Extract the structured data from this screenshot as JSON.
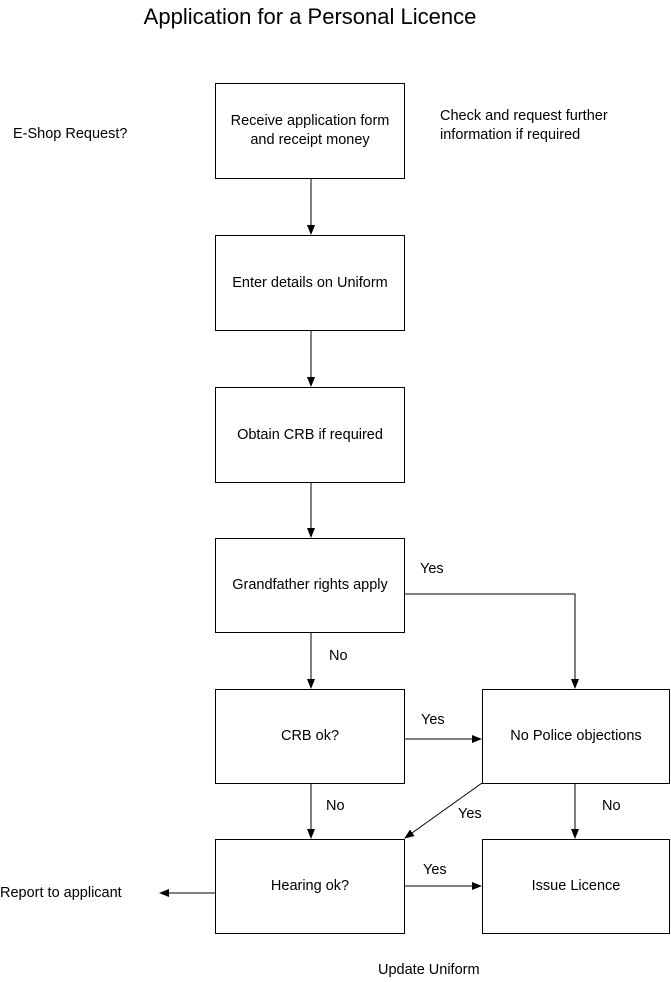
{
  "title": "Application for a Personal Licence",
  "notes": {
    "eshop": "E-Shop Request?",
    "check": "Check and request further information if required",
    "report": "Report to applicant",
    "update": "Update Uniform"
  },
  "boxes": {
    "receive": "Receive application form and receipt money",
    "enter": "Enter details on Uniform",
    "crb_obtain": "Obtain CRB if required",
    "grandfather": "Grandfather rights apply",
    "crb_ok": "CRB ok?",
    "police": "No Police objections",
    "hearing": "Hearing ok?",
    "issue": "Issue Licence"
  },
  "edges": {
    "grandfather_yes": "Yes",
    "grandfather_no": "No",
    "crb_yes": "Yes",
    "crb_no": "No",
    "police_yes": "Yes",
    "police_no": "No",
    "hearing_yes": "Yes"
  }
}
